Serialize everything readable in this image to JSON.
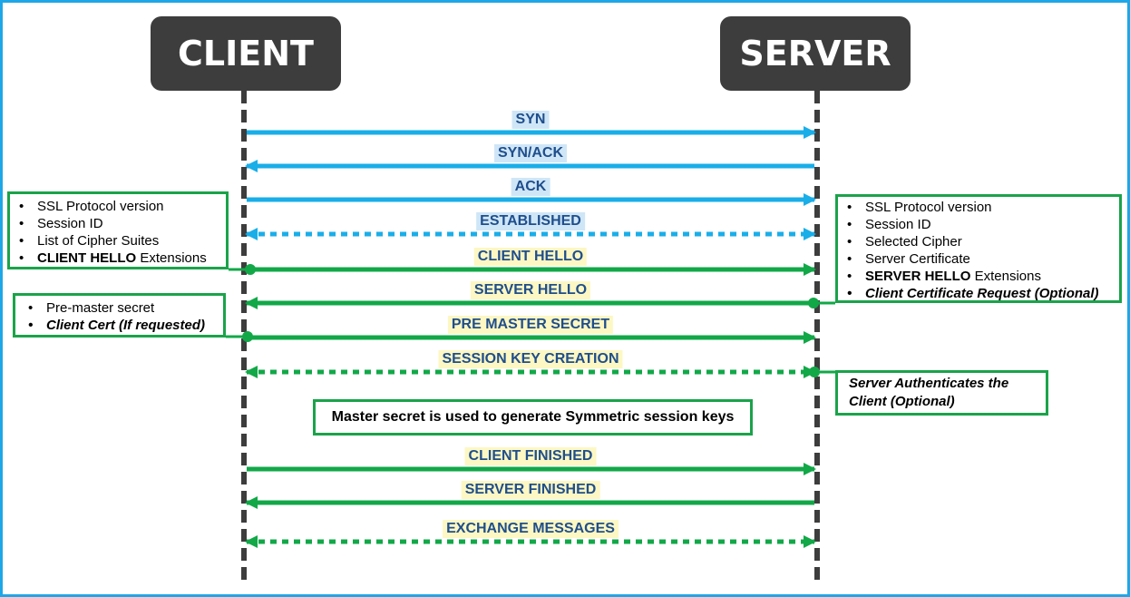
{
  "actors": {
    "client": "CLIENT",
    "server": "SERVER"
  },
  "messages": [
    {
      "label": "SYN",
      "direction": "right",
      "style": "solid",
      "color": "blue"
    },
    {
      "label": "SYN/ACK",
      "direction": "left",
      "style": "solid",
      "color": "blue"
    },
    {
      "label": "ACK",
      "direction": "right",
      "style": "solid",
      "color": "blue"
    },
    {
      "label": "ESTABLISHED",
      "direction": "both",
      "style": "dotted",
      "color": "blue"
    },
    {
      "label": "CLIENT HELLO",
      "direction": "right",
      "style": "solid",
      "color": "green"
    },
    {
      "label": "SERVER HELLO",
      "direction": "left",
      "style": "solid",
      "color": "green"
    },
    {
      "label": "PRE MASTER SECRET",
      "direction": "right",
      "style": "solid",
      "color": "green"
    },
    {
      "label": "SESSION KEY CREATION",
      "direction": "both",
      "style": "dotted",
      "color": "green"
    },
    {
      "label": "CLIENT FINISHED",
      "direction": "right",
      "style": "solid",
      "color": "green"
    },
    {
      "label": "SERVER FINISHED",
      "direction": "left",
      "style": "solid",
      "color": "green"
    },
    {
      "label": "EXCHANGE MESSAGES",
      "direction": "both",
      "style": "dotted",
      "color": "green"
    }
  ],
  "notes": {
    "client_hello": {
      "items": [
        "SSL Protocol version",
        "Session ID",
        "List of Cipher Suites"
      ],
      "bold_part": "CLIENT HELLO",
      "rest_part": " Extensions"
    },
    "server_hello": {
      "items": [
        "SSL Protocol version",
        "Session ID",
        "Selected Cipher",
        "Server Certificate"
      ],
      "bold_part": "SERVER HELLO",
      "rest_part": " Extensions",
      "italic_item": "Client Certificate Request (Optional)"
    },
    "premaster": {
      "item": "Pre-master secret",
      "italic_item": "Client Cert (If requested)"
    },
    "server_auth": {
      "line1": "Server Authenticates the",
      "line2": "Client (Optional)"
    },
    "master_secret": "Master secret is used to generate Symmetric session keys"
  },
  "colors": {
    "frame": "#1ea7e8",
    "actor_fill": "#3d3d3d",
    "lifeline": "#3d3d3d",
    "tcp_arrow": "#1aaee8",
    "tls_arrow": "#12a848",
    "note_border": "#1aa34a",
    "label_text": "#1f4e8c"
  }
}
